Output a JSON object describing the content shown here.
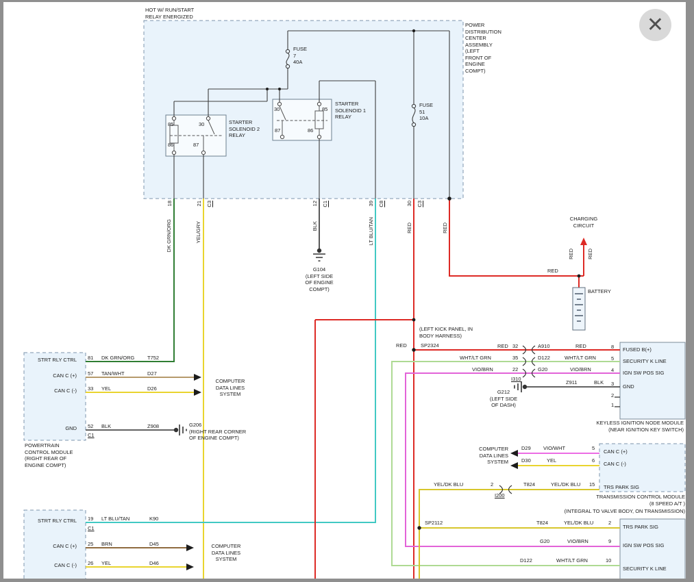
{
  "window": {
    "close": "✕"
  },
  "colors": {
    "red": "#dd2a25",
    "dkgrnorg": "#2f7d33",
    "yelgry": "#e9d42e",
    "blk": "#2e2e2e",
    "ltblutan": "#41c9c3",
    "tanwht": "#b59a6b",
    "yel": "#e9d42e",
    "whtltgrn": "#aeda93",
    "viobrn": "#e263d8",
    "viowht": "#ec6ce4",
    "brn": "#8f6b3f",
    "yeldkblu": "#d7c62c"
  },
  "pdc": {
    "hot_lines": [
      "HOT W/ RUN/START",
      "RELAY ENERGIZED"
    ],
    "assembly_lines": [
      "POWER",
      "DISTRIBUTION",
      "CENTER",
      "ASSEMBLY",
      "(LEFT",
      "FRONT OF",
      "ENGINE",
      "COMPT)"
    ],
    "fuse7_lines": [
      "FUSE",
      "7",
      "40A"
    ],
    "fuse51_lines": [
      "FUSE",
      "51",
      "10A"
    ],
    "relay2": {
      "name_lines": [
        "STARTER",
        "SOLENOID 2",
        "RELAY"
      ],
      "t85": "85",
      "t30": "30",
      "t86": "86",
      "t87": "87"
    },
    "relay1": {
      "name_lines": [
        "STARTER",
        "SOLENOID 1",
        "RELAY"
      ],
      "t30": "30",
      "t85": "85",
      "t87": "87",
      "t86": "86"
    },
    "pins": {
      "p18": "18",
      "p21": "21",
      "c3a": "C3",
      "p12": "12",
      "c1": "C1",
      "p39": "39",
      "c8": "C8",
      "p30": "30",
      "c3b": "C3"
    }
  },
  "wire_tags": {
    "dkgrnorg": "DK GRN/ORG",
    "yelgry": "YEL/GRY",
    "blk": "BLK",
    "ltblutan": "LT BLU/TAN",
    "red_a": "RED",
    "red_b": "RED",
    "red_bat_h": "RED",
    "red_bat_v1": "RED",
    "red_bat_v2": "RED",
    "red_sp": "RED"
  },
  "charging": {
    "lines": [
      "CHARGING",
      "CIRCUIT"
    ]
  },
  "battery": {
    "label": "BATTERY"
  },
  "grounds": {
    "g104": {
      "lines": [
        "G104",
        "(LEFT SIDE",
        "OF ENGINE",
        "COMPT)"
      ]
    },
    "g206": {
      "lines": [
        "G206",
        "(RIGHT REAR CORNER",
        "OF ENGINE COMPT)"
      ]
    },
    "g212": {
      "lines": [
        "G212",
        "(LEFT SIDE",
        "OF DASH)"
      ]
    }
  },
  "pcm": {
    "rows": [
      {
        "name": "STRT RLY CTRL",
        "pin": "81",
        "wire": "DK GRN/ORG",
        "ckt": "T752"
      },
      {
        "name": "CAN C (+)",
        "pin": "57",
        "wire": "TAN/WHT",
        "ckt": "D27"
      },
      {
        "name": "CAN C (-)",
        "pin": "33",
        "wire": "YEL",
        "ckt": "D26"
      },
      {
        "name": "GND",
        "pin": "52",
        "wire": "BLK",
        "ckt": "Z908"
      }
    ],
    "conn": "C1",
    "caption_lines": [
      "POWERTRAIN",
      "CONTROL MODULE",
      "(RIGHT REAR OF",
      "ENGINE COMPT)"
    ]
  },
  "cdl": {
    "lines": [
      "COMPUTER",
      "DATA LINES",
      "SYSTEM"
    ]
  },
  "sp": {
    "sp2324": "SP2324",
    "loc_lines": [
      "(LEFT KICK PANEL, IN",
      "BODY HARNESS)"
    ],
    "sp2112": "SP2112"
  },
  "i310": {
    "name": "I310",
    "rows": [
      {
        "lw": "RED",
        "lp": "32",
        "ckt": "A910",
        "rw": "RED",
        "rp": "8"
      },
      {
        "lw": "WHT/LT GRN",
        "lp": "35",
        "ckt": "D122",
        "rw": "WHT/LT GRN",
        "rp": "5"
      },
      {
        "lw": "VIO/BRN",
        "lp": "22",
        "ckt": "G20",
        "rw": "VIO/BRN",
        "rp": "4"
      }
    ]
  },
  "kin": {
    "row_fused": "FUSED B(+)",
    "row_sec": "SECURITY K LINE",
    "row_ign": "IGN SW POS SIG",
    "row_gnd": "GND",
    "gnd": {
      "ckt": "Z911",
      "wire": "BLK",
      "pin": "3"
    },
    "p2": "2",
    "p1": "1",
    "caption_lines": [
      "KEYLESS IGNITION NODE MODULE",
      "(NEAR IGNITION KEY SWITCH)"
    ]
  },
  "tcm": {
    "rows": [
      {
        "ckt": "D29",
        "wire": "VIO/WHT",
        "pin": "5",
        "name": "CAN C (+)"
      },
      {
        "ckt": "D30",
        "wire": "YEL",
        "pin": "6",
        "name": "CAN C (-)"
      }
    ],
    "trs": {
      "lw": "YEL/DK BLU",
      "lp": "2",
      "conn": "I200",
      "ckt": "T824",
      "rw": "YEL/DK BLU",
      "rp": "15",
      "name": "TRS PARK SIG"
    },
    "caption1": "TRANSMISSION CONTROL MODULE",
    "caption2": "(8 SPEED A/T )",
    "caption3": "(INTEGRAL TO VALVE BODY, ON TRANSMISSION)"
  },
  "bmod": {
    "rows": [
      {
        "ckt": "T824",
        "wire": "YEL/DK BLU",
        "pin": "2",
        "name": "TRS PARK SIG"
      },
      {
        "ckt": "G20",
        "wire": "VIO/BRN",
        "pin": "9",
        "name": "IGN SW POS SIG"
      },
      {
        "ckt": "D122",
        "wire": "WHT/LT GRN",
        "pin": "10",
        "name": "SECURITY K LINE"
      }
    ]
  },
  "mod2": {
    "rows": [
      {
        "name": "STRT RLY CTRL",
        "pin": "19",
        "wire": "LT BLU/TAN",
        "ckt": "K90"
      },
      {
        "name": "CAN C (+)",
        "pin": "25",
        "wire": "BRN",
        "ckt": "D45"
      },
      {
        "name": "CAN C (-)",
        "pin": "26",
        "wire": "YEL",
        "ckt": "D46"
      }
    ],
    "conn": "C1"
  }
}
